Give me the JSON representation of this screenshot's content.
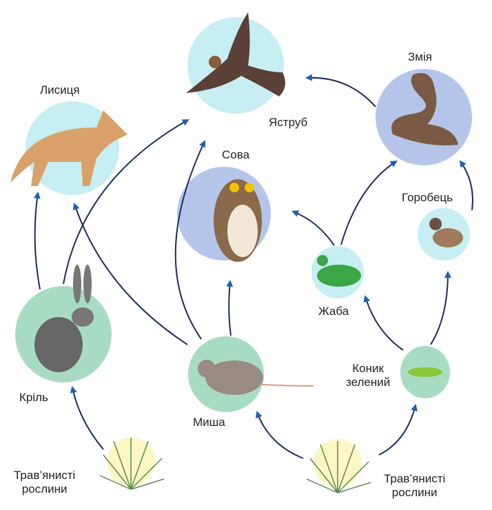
{
  "title": "Food web",
  "colors": {
    "arrow_line": "#1b2a5a",
    "arrow_head": "#1f5fb8",
    "cyan": "#c6eef3",
    "blue": "#b5c5ea",
    "green": "#a8dcc2"
  },
  "nodes": {
    "hawk": {
      "label": "Яструб",
      "icon": "hawk-icon"
    },
    "fox": {
      "label": "Лисиця",
      "icon": "fox-icon"
    },
    "snake": {
      "label": "Змія",
      "icon": "snake-icon"
    },
    "owl": {
      "label": "Сова",
      "icon": "owl-icon"
    },
    "sparrow": {
      "label": "Горобець",
      "icon": "sparrow-icon"
    },
    "frog": {
      "label": "Жаба",
      "icon": "frog-icon"
    },
    "rabbit": {
      "label": "Кріль",
      "icon": "rabbit-icon"
    },
    "mouse": {
      "label": "Миша",
      "icon": "mouse-icon"
    },
    "grasshopper": {
      "label_line1": "Коник",
      "label_line2": "зелений",
      "icon": "grasshopper-icon"
    },
    "grass_left": {
      "label_line1": "Трав’янисті",
      "label_line2": "рослини",
      "icon": "grass-icon"
    },
    "grass_right": {
      "label_line1": "Трав’янисті",
      "label_line2": "рослини",
      "icon": "grass-icon"
    }
  },
  "links": [
    [
      "grass_left",
      "rabbit"
    ],
    [
      "rabbit",
      "fox"
    ],
    [
      "rabbit",
      "hawk"
    ],
    [
      "mouse",
      "fox"
    ],
    [
      "mouse",
      "hawk"
    ],
    [
      "mouse",
      "owl"
    ],
    [
      "grass_right",
      "mouse"
    ],
    [
      "grass_right",
      "grasshopper"
    ],
    [
      "grasshopper",
      "frog"
    ],
    [
      "grasshopper",
      "sparrow"
    ],
    [
      "frog",
      "owl"
    ],
    [
      "frog",
      "snake"
    ],
    [
      "sparrow",
      "snake"
    ],
    [
      "snake",
      "hawk"
    ]
  ]
}
